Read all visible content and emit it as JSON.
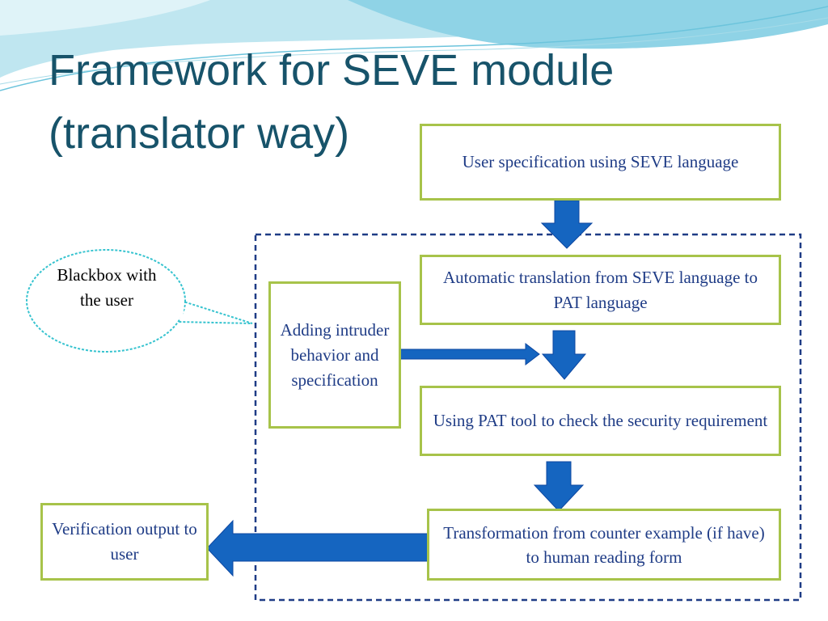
{
  "slide": {
    "title": "Framework for SEVE module\n(translator way)"
  },
  "diagram": {
    "callout": "Blackbox with the user",
    "nodes": {
      "user_spec": "User specification using SEVE language",
      "auto_translation": "Automatic translation from SEVE language to PAT language",
      "intruder": "Adding intruder behavior and specification",
      "pat_check": "Using PAT tool to check the security requirement",
      "transformation": "Transformation from counter example (if have) to human reading form",
      "verification": "Verification output to user"
    }
  },
  "colors": {
    "title": "#17536a",
    "box_border": "#a7c34a",
    "box_text": "#1f3c86",
    "arrow_fill": "#1565c0",
    "dashed_frame": "#1f3c86",
    "callout_border": "#36c3cf"
  }
}
